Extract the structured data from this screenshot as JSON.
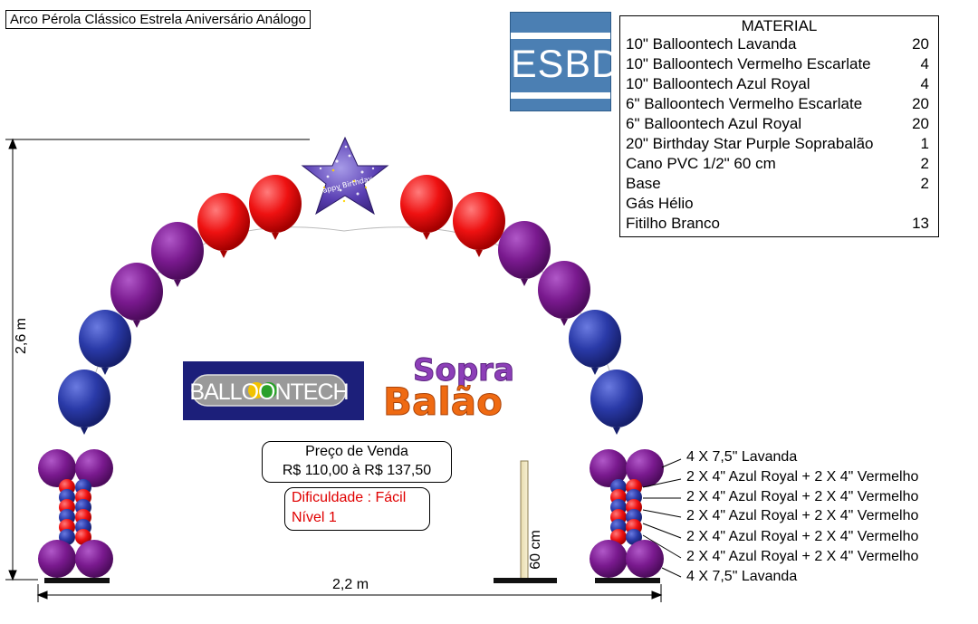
{
  "title": "Arco Pérola Clássico Estrela Aniversário Análogo",
  "logos": {
    "esbd": "ESBD",
    "balloontech": "BALLOONTECH",
    "sopra_top": "Sopra",
    "sopra_bottom": "Balão",
    "star_text": "Happy Birthday"
  },
  "material": {
    "heading": "MATERIAL",
    "items": [
      {
        "name": "10\" Balloontech Lavanda",
        "qty": "20"
      },
      {
        "name": "10\" Balloontech Vermelho Escarlate",
        "qty": "4"
      },
      {
        "name": "10\" Balloontech Azul Royal",
        "qty": "4"
      },
      {
        "name": "6\" Balloontech Vermelho Escarlate",
        "qty": "20"
      },
      {
        "name": "6\" Balloontech Azul Royal",
        "qty": "20"
      },
      {
        "name": "20\" Birthday Star Purple Soprabalão",
        "qty": "1"
      },
      {
        "name": "Cano PVC 1/2\" 60 cm",
        "qty": "2"
      },
      {
        "name": "Base",
        "qty": "2"
      },
      {
        "name": "Gás Hélio",
        "qty": ""
      },
      {
        "name": "Fitilho Branco",
        "qty": "13"
      }
    ]
  },
  "price": {
    "label": "Preço de Venda",
    "value": "R$ 110,00 à R$ 137,50"
  },
  "difficulty": {
    "line1": "Dificuldade : Fácil",
    "line2": "Nível 1"
  },
  "dimensions": {
    "height": "2,6 m",
    "width": "2,2 m",
    "pole": "60 cm"
  },
  "column_labels": [
    "4 X 7,5\" Lavanda",
    "2 X 4\" Azul Royal + 2 X 4\" Vermelho",
    "2 X 4\" Azul Royal + 2 X 4\" Vermelho",
    "2 X 4\" Azul Royal + 2 X 4\" Vermelho",
    "2 X 4\" Azul Royal + 2 X 4\" Vermelho",
    "2 X 4\" Azul Royal + 2 X 4\" Vermelho",
    "4 X 7,5\" Lavanda"
  ],
  "colors": {
    "lavanda": "#7a1a8f",
    "vermelho": "#ee1111",
    "azul": "#2a3aa8",
    "esbd_blue": "#4b7fb3",
    "balloontech_navy": "#1c1f7a",
    "difficulty_red": "#e00000"
  }
}
